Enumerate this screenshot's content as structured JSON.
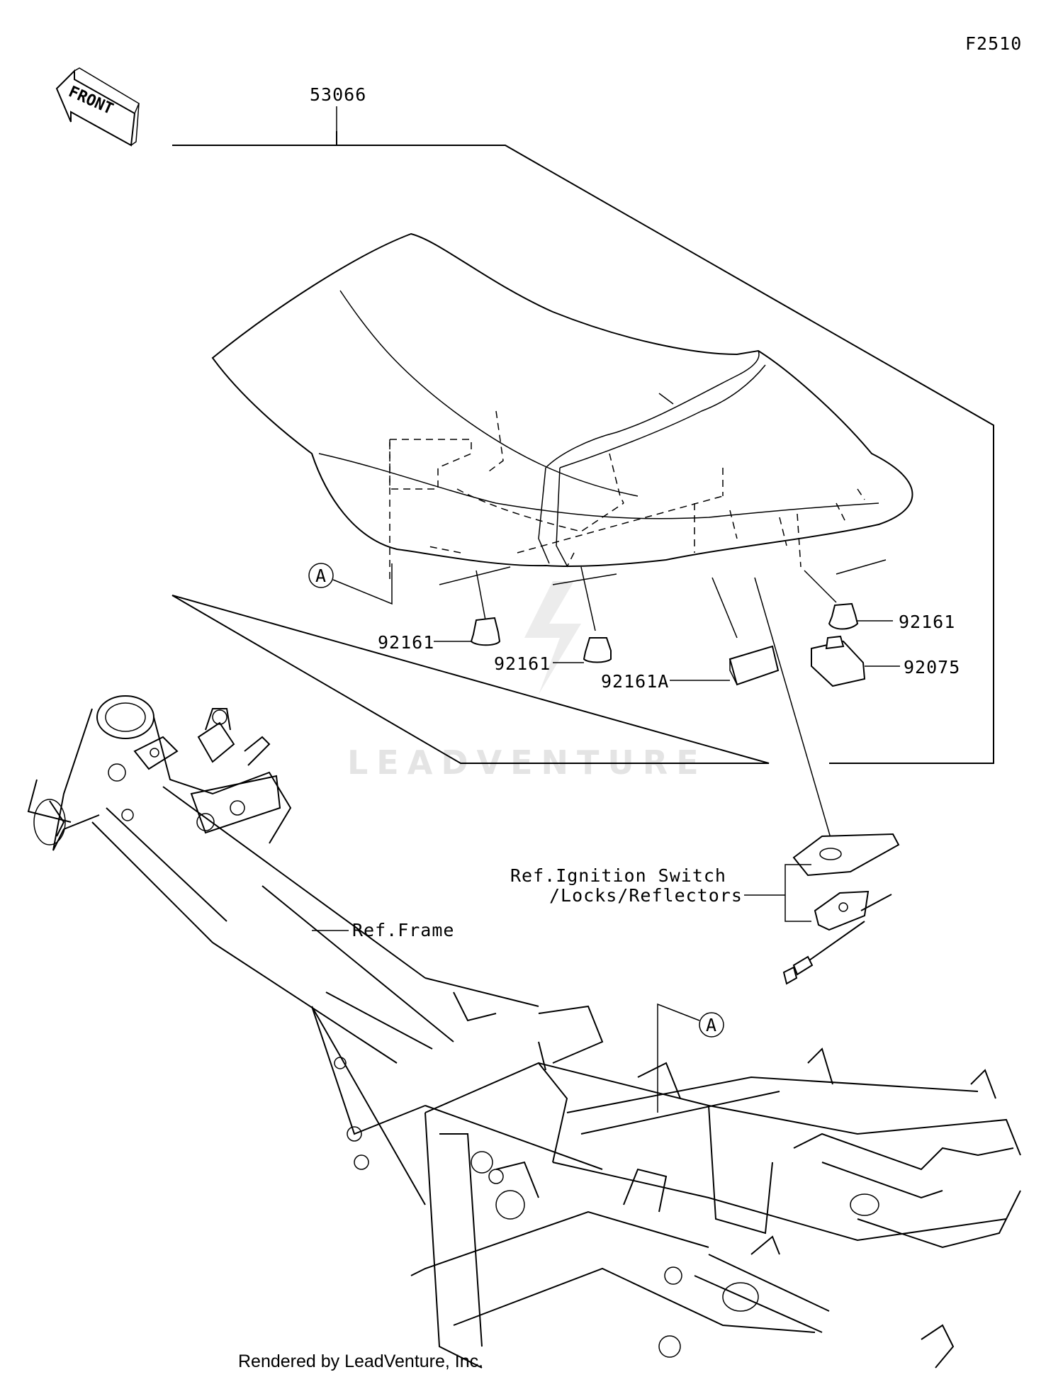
{
  "figure_code": "F2510",
  "front_label": "FRONT",
  "callout_ref": "A",
  "parts": {
    "seat": "53066",
    "bumper_left": "92161",
    "bumper_mid": "92161",
    "bumper_right": "92161",
    "pad": "92161A",
    "damper": "92075"
  },
  "references": {
    "ignition_line1": "Ref.Ignition Switch",
    "ignition_line2": "/Locks/Reflectors",
    "frame": "Ref.Frame"
  },
  "watermark": "LEADVENTURE",
  "credit": "Rendered by LeadVenture, Inc."
}
